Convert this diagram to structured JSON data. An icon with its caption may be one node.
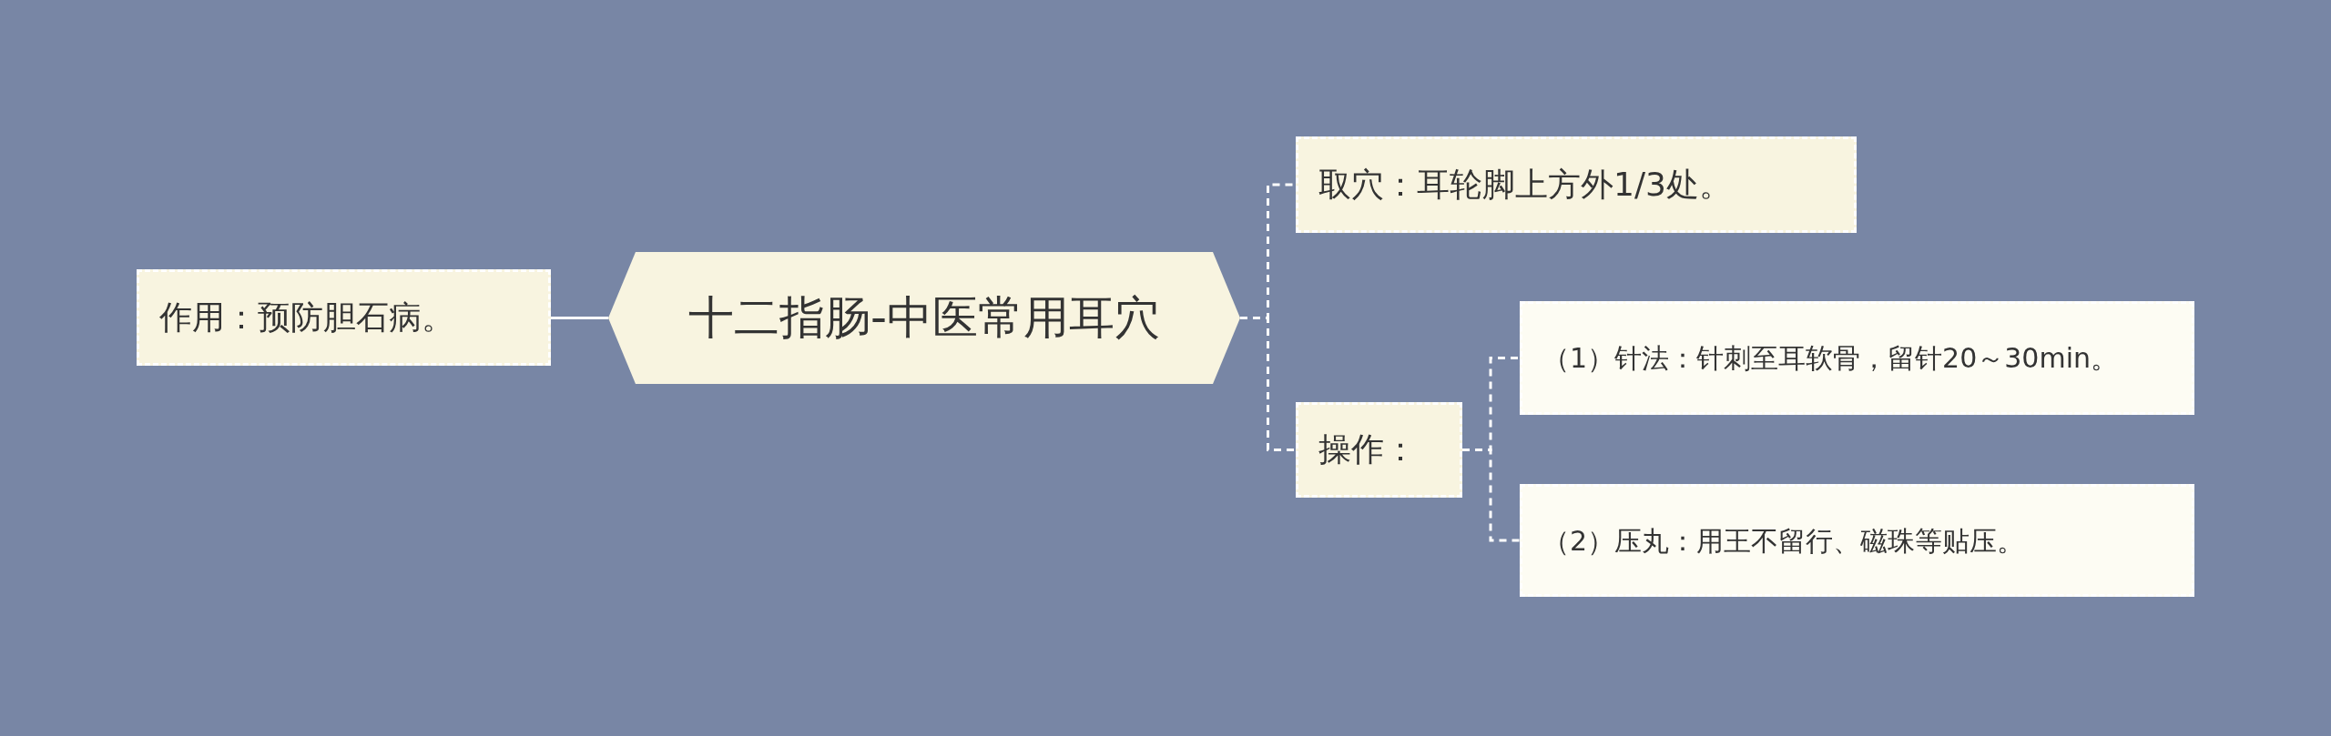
{
  "diagram": {
    "nodes": [
      {
        "text": [
          "十二指肠-中医常用耳穴"
        ]
      },
      {
        "text": [
          "作用：预防胆石病。"
        ]
      },
      {
        "text": [
          "取穴：耳轮脚上方外1/3处。"
        ]
      },
      {
        "text": [
          "操作："
        ]
      },
      {
        "text": [
          "（1）针法：针刺至耳软骨，留针20～30min。"
        ]
      },
      {
        "text": [
          "（2）压丸：用王不留行、磁珠等贴压。"
        ]
      }
    ],
    "edges": [
      {
        "from": 0,
        "to": 1,
        "arrow": "none"
      },
      {
        "from": 0,
        "to": 2,
        "arrow": "none",
        "style": "dashed"
      },
      {
        "from": 0,
        "to": 3,
        "arrow": "none",
        "style": "dashed"
      },
      {
        "from": 3,
        "to": 4,
        "arrow": "none",
        "style": "dashed"
      },
      {
        "from": 3,
        "to": 5,
        "arrow": "none",
        "style": "dashed"
      }
    ]
  }
}
